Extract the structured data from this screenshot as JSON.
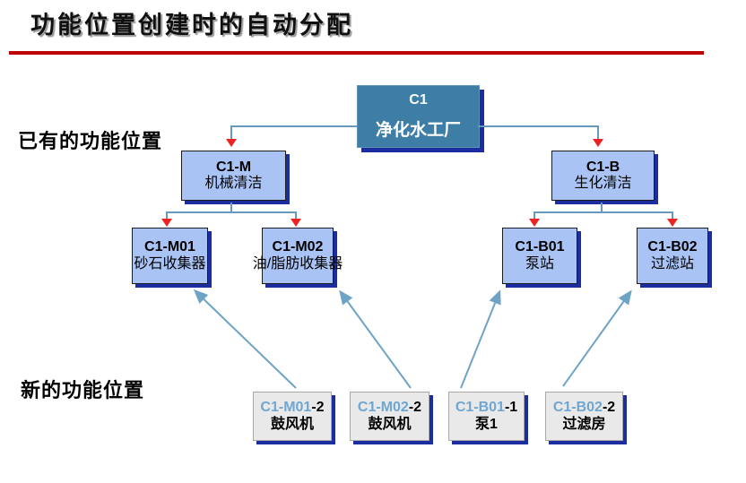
{
  "slide": {
    "title": "功能位置创建时的自动分配",
    "labels": {
      "existing": "已有的功能位置",
      "new": "新的功能位置"
    },
    "tree": {
      "root": {
        "id": "C1",
        "label": "净化水工厂"
      },
      "level2": [
        {
          "id": "C1-M",
          "label": "机械清洁"
        },
        {
          "id": "C1-B",
          "label": "生化清洁"
        }
      ],
      "level3": [
        {
          "id": "C1-M01",
          "label": "砂石收集器"
        },
        {
          "id": "C1-M02",
          "label": "油/脂肪收集器"
        },
        {
          "id": "C1-B01",
          "label": "泵站"
        },
        {
          "id": "C1-B02",
          "label": "过滤站"
        }
      ]
    },
    "new_locations": [
      {
        "id": "C1-M01",
        "suffix": "-2",
        "label": "鼓风机"
      },
      {
        "id": "C1-M02",
        "suffix": "-2",
        "label": "鼓风机"
      },
      {
        "id": "C1-B01",
        "suffix": "-1",
        "label": "泵1"
      },
      {
        "id": "C1-B02",
        "suffix": "-2",
        "label": "过滤房"
      }
    ],
    "colors": {
      "accent_red": "#C00000",
      "root_fill": "#3E7EA6",
      "node_fill": "#A8C3F4",
      "new_fill": "#E9E9E9",
      "shadow_navy": "#1B2DA0",
      "connector_blue": "#6699BB",
      "arrowhead_red": "#EE2222",
      "new_id_blue": "#6FA6D2"
    }
  }
}
